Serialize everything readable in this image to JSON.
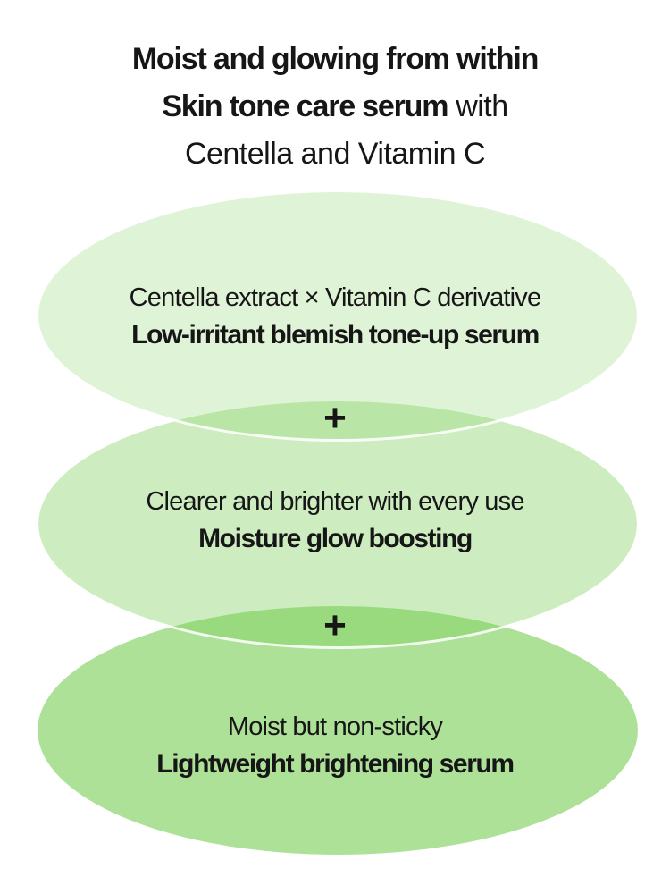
{
  "header": {
    "line1_bold": "Moist and glowing from within",
    "line2_bold": "Skin tone care serum",
    "line2_regular": " with",
    "line3": "Centella and Vitamin C"
  },
  "bubbles": [
    {
      "subtitle": "Centella extract × Vitamin C derivative",
      "title": "Low-irritant blemish tone-up serum"
    },
    {
      "subtitle": "Clearer and brighter with every use",
      "title": "Moisture glow boosting"
    },
    {
      "subtitle": "Moist but non-sticky",
      "title": "Lightweight brightening serum"
    }
  ],
  "connectors": [
    "+",
    "+"
  ],
  "colors": {
    "background": "#ffffff",
    "text": "#161616",
    "green_base": "#78cd54",
    "bubble1_fill": "#dff3d6",
    "bubble2_fill": "#cdedc0",
    "bubble3_fill": "#aee198",
    "overlap_stroke": "#ffffff"
  }
}
